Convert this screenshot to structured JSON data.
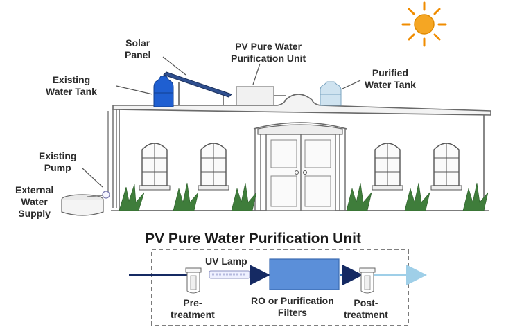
{
  "house_labels": {
    "solar_panel": [
      "Solar",
      "Panel"
    ],
    "pv_unit": [
      "PV Pure Water",
      "Purification Unit"
    ],
    "purified_tank": [
      "Purified",
      "Water Tank"
    ],
    "existing_tank": [
      "Existing",
      "Water Tank"
    ],
    "existing_pump": [
      "Existing",
      "Pump"
    ],
    "external_supply": [
      "External",
      "Water",
      "Supply"
    ]
  },
  "process": {
    "title": "PV Pure Water Purification Unit",
    "uv_lamp": "UV Lamp",
    "pretreatment": [
      "Pre-",
      "treatment"
    ],
    "filters": [
      "RO or Purification",
      "Filters"
    ],
    "posttreatment": [
      "Post-",
      "treatment"
    ]
  },
  "colors": {
    "sun": "#f5a623",
    "tank_blue": "#1f5fd1",
    "tank_light": "#cfe3f0",
    "filter_box": "#5b8fd9",
    "flow_dark": "#152a63",
    "flow_mid": "#2f6db0",
    "flow_light": "#9fcfe8",
    "plant": "#3f7d3b",
    "line": "#6a6a6a"
  }
}
